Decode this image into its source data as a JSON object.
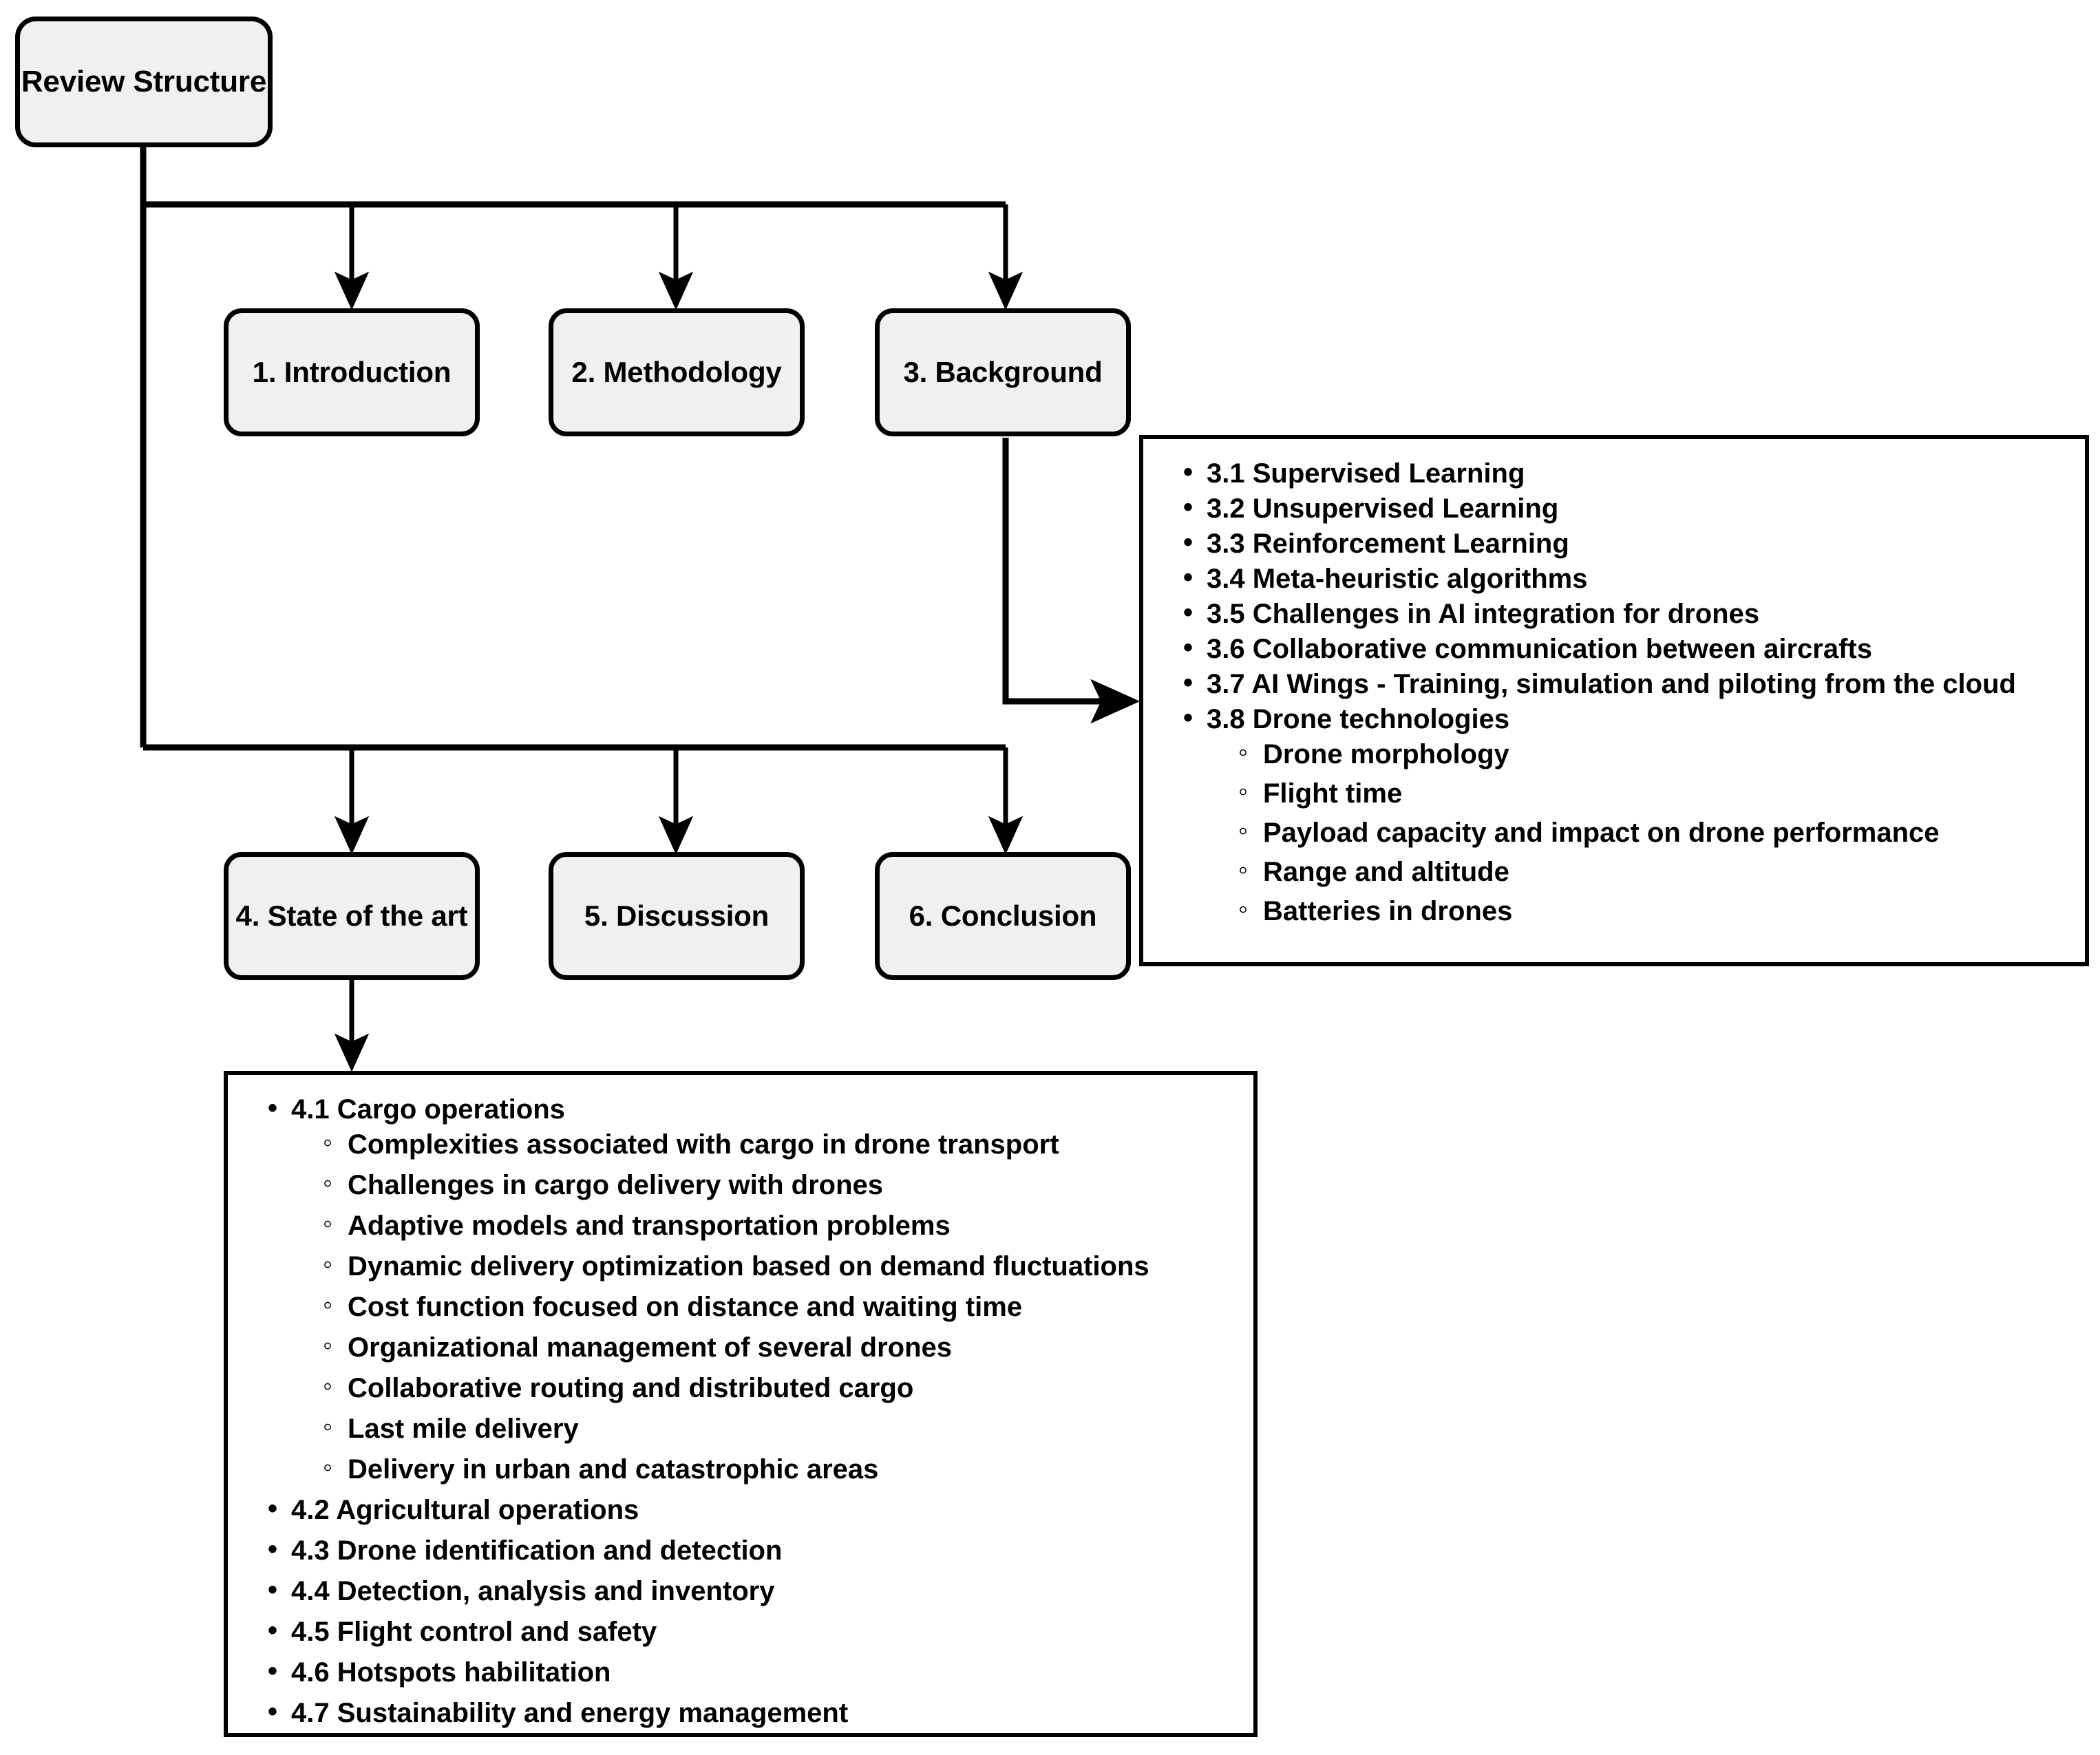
{
  "diagram": {
    "title": "Review Structure",
    "root": {
      "label": "Review Structure"
    },
    "nodes_row1": [
      {
        "label": "1. Introduction"
      },
      {
        "label": "2. Methodology"
      },
      {
        "label": "3. Background"
      }
    ],
    "nodes_row2": [
      {
        "label": "4. State of the art"
      },
      {
        "label": "5. Discussion"
      },
      {
        "label": "6. Conclusion"
      }
    ],
    "panel_background": {
      "items": [
        {
          "label": "3.1 Supervised Learning",
          "children": []
        },
        {
          "label": "3.2 Unsupervised Learning",
          "children": []
        },
        {
          "label": "3.3 Reinforcement Learning",
          "children": []
        },
        {
          "label": "3.4 Meta-heuristic algorithms",
          "children": []
        },
        {
          "label": "3.5 Challenges in AI integration for drones",
          "children": []
        },
        {
          "label": "3.6 Collaborative communication between aircrafts",
          "children": []
        },
        {
          "label": "3.7 AI Wings - Training, simulation and piloting from the cloud",
          "children": []
        },
        {
          "label": "3.8 Drone technologies",
          "children": [
            {
              "label": "Drone morphology"
            },
            {
              "label": "Flight time"
            },
            {
              "label": "Payload capacity and impact on drone performance"
            },
            {
              "label": "Range and altitude"
            },
            {
              "label": "Batteries in drones"
            }
          ]
        }
      ]
    },
    "panel_state_of_the_art": {
      "items": [
        {
          "label": "4.1 Cargo operations",
          "children": [
            {
              "label": "Complexities associated with cargo in drone transport"
            },
            {
              "label": "Challenges in cargo delivery with drones"
            },
            {
              "label": "Adaptive models and transportation problems"
            },
            {
              "label": "Dynamic delivery optimization based on demand fluctuations"
            },
            {
              "label": "Cost function focused on distance and waiting time"
            },
            {
              "label": "Organizational management of several drones"
            },
            {
              "label": "Collaborative routing and distributed cargo"
            },
            {
              "label": "Last mile delivery"
            },
            {
              "label": "Delivery in urban and catastrophic areas"
            }
          ]
        },
        {
          "label": "4.2 Agricultural operations",
          "children": []
        },
        {
          "label": "4.3 Drone identification and detection",
          "children": []
        },
        {
          "label": "4.4 Detection, analysis and inventory",
          "children": []
        },
        {
          "label": "4.5 Flight control and safety",
          "children": []
        },
        {
          "label": "4.6 Hotspots habilitation",
          "children": []
        },
        {
          "label": "4.7 Sustainability and energy management",
          "children": []
        }
      ]
    },
    "colors": {
      "node_fill": "#f0f0f0",
      "stroke": "#000000",
      "panel_fill": "#ffffff",
      "background": "#ffffff"
    }
  }
}
